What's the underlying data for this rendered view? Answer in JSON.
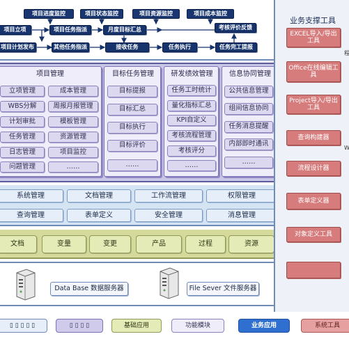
{
  "flow": {
    "top_tags": [
      "项目进度监控",
      "项目状态监控",
      "项目资源监控",
      "项目成本监控"
    ],
    "row1": [
      "项目立项",
      "项目任务指派",
      "月度目标汇总",
      "考核评价反馈"
    ],
    "row2": [
      "项目计划发布",
      "其他任务指派",
      "接收任务",
      "任务执行",
      "任务完工提报"
    ]
  },
  "panels": {
    "project": {
      "title": "项目管理",
      "items": [
        "立项管理",
        "成本管理",
        "WBS分解",
        "周报月报管理",
        "计划审批",
        "模板管理",
        "任务管理",
        "资源管理",
        "日志管理",
        "项目监控",
        "问题管理",
        "……"
      ]
    },
    "target": {
      "title": "目标任务管理",
      "items": [
        "目标提报",
        "目标汇总",
        "目标执行",
        "目标评价",
        "……"
      ]
    },
    "perf": {
      "title": "研发绩效管理",
      "items": [
        "任务工时统计",
        "量化指标汇总",
        "KPI自定义",
        "考核流程管理",
        "考核评分",
        "……"
      ]
    },
    "info": {
      "title": "信息协同管理",
      "items": [
        "公共信息管理",
        "组间信息协同",
        "任务消息提醒",
        "内部即时通讯",
        "……"
      ]
    }
  },
  "platform": {
    "row1": [
      "系统管理",
      "文档管理",
      "工作流管理",
      "权限管理"
    ],
    "row2": [
      "查询管理",
      "表单定义",
      "安全管理",
      "消息管理"
    ]
  },
  "data_row": [
    "文档",
    "变量",
    "变更",
    "产品",
    "过程",
    "资源"
  ],
  "servers": {
    "db": "Data Base  数据服务器",
    "file": "File Sever 文件服务器"
  },
  "sidebar": {
    "title": "业务支撑工具",
    "tools": [
      "EXCEL导入/导出工具",
      "Office在线编辑工具",
      "Project导入/导出工具",
      "查询构建器",
      "流程设计器",
      "表单定义器",
      "对象定义工具"
    ],
    "edge_chars": [
      "程",
      "W"
    ]
  },
  "legend": {
    "items": [
      "▯ ▯ ▯ ▯ ▯",
      "▯ ▯ ▯ ▯",
      "基础应用",
      "功能模块",
      "业务应用",
      "系统工具"
    ]
  },
  "colors": {
    "navy": "#17336c",
    "module_bg": "#c9c5e4",
    "platform_bg": "#d4e4f3",
    "data_bg": "#d5d99c",
    "tool_red": "#d77c7c"
  }
}
